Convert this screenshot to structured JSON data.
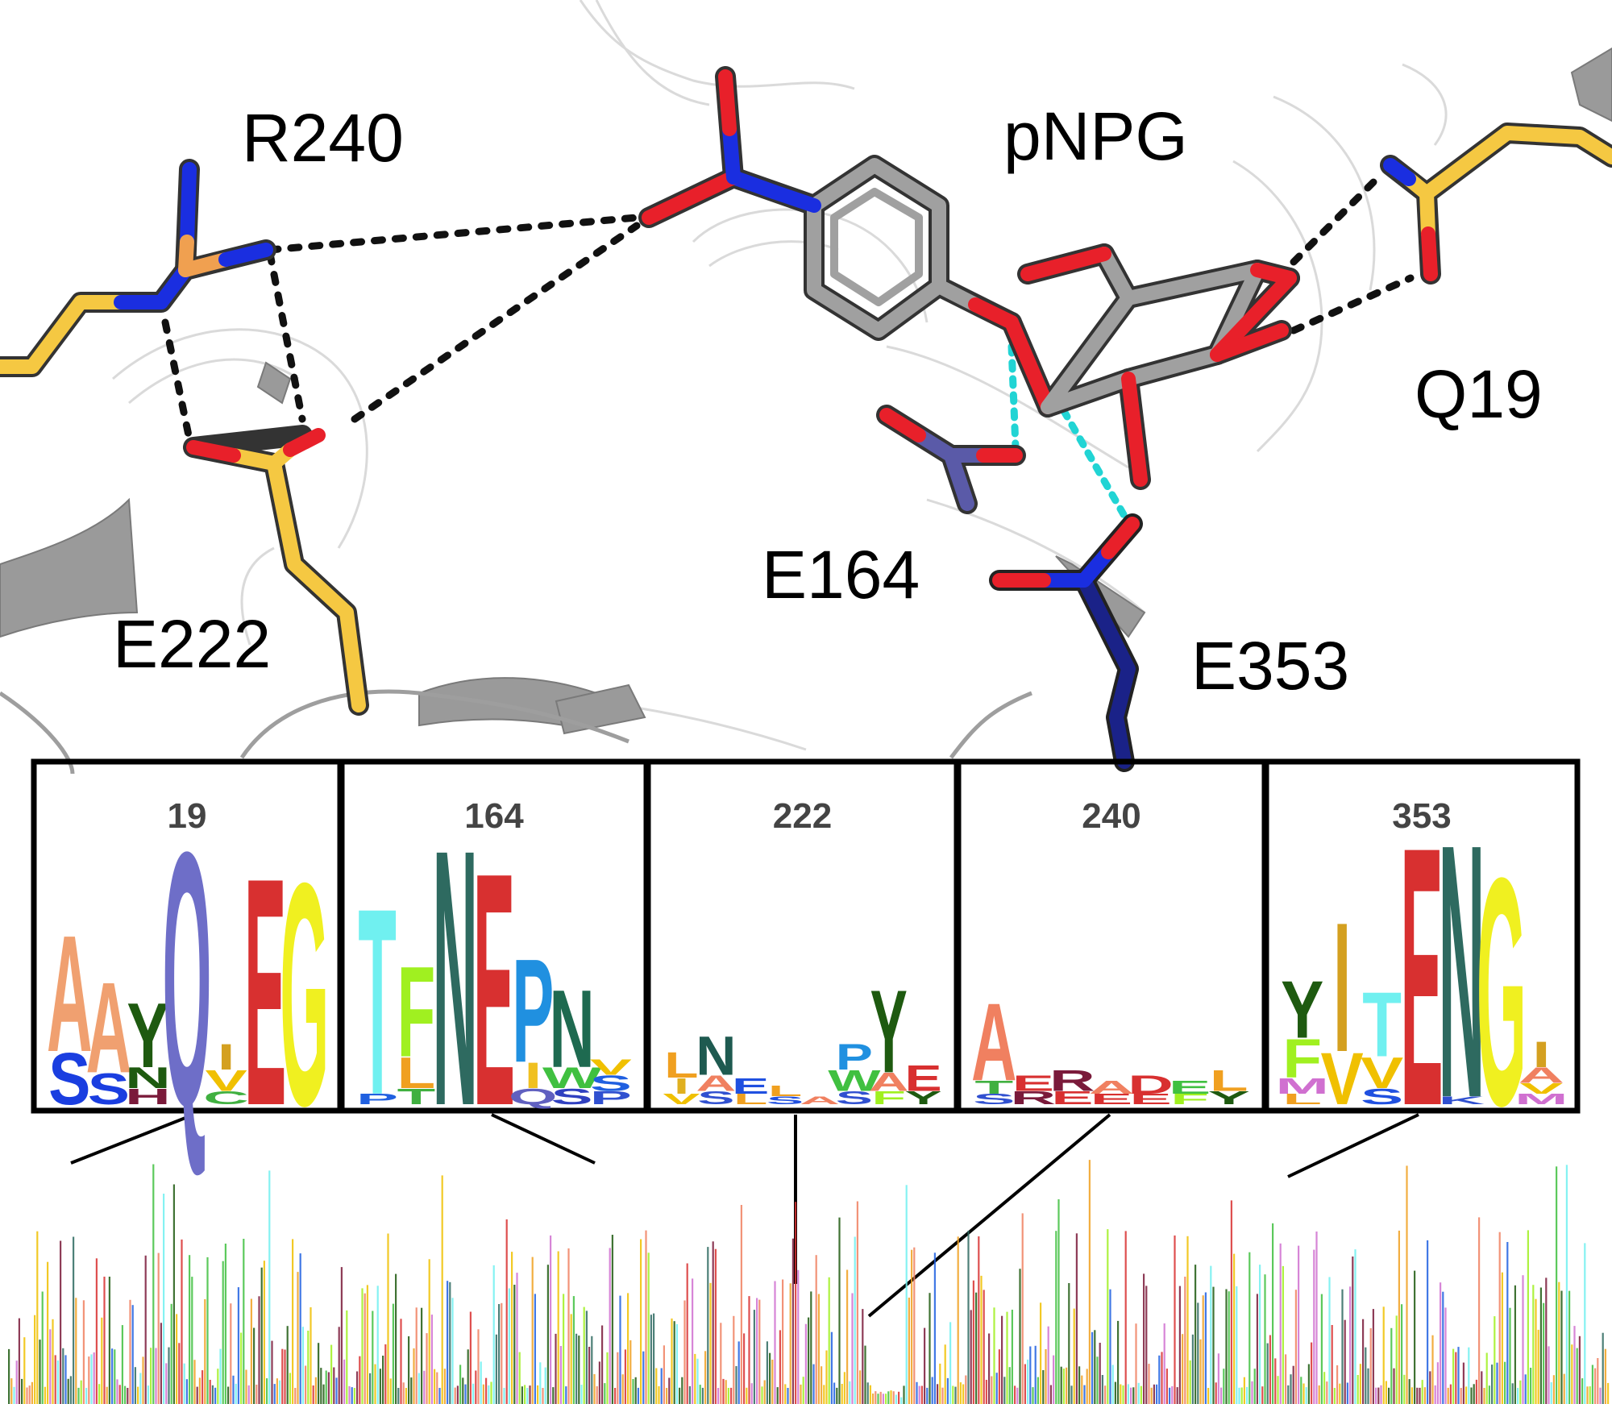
{
  "residue_labels": {
    "r240": "R240",
    "pnpg": "pNPG",
    "q19": "Q19",
    "e164": "E164",
    "e222": "E222",
    "e353": "E353"
  },
  "colors": {
    "carbon_yellow": "#f5c842",
    "carbon_orange": "#f0a050",
    "carbon_grey": "#a0a0a0",
    "carbon_navy": "#1a2288",
    "carbon_slate": "#5a5aa8",
    "oxygen": "#e8202a",
    "nitrogen": "#1a2ee0",
    "hbond_black": "#111111",
    "hbond_cyan": "#21d4d4",
    "ribbon": "#d8d8d8"
  },
  "logo_panels": [
    {
      "position": "19",
      "columns": [
        {
          "letters": [
            {
              "aa": "A",
              "color": "#f0a070",
              "h": 0.45
            },
            {
              "aa": "S",
              "color": "#1a3ee0",
              "h": 0.2
            }
          ]
        },
        {
          "letters": [
            {
              "aa": "A",
              "color": "#f0a070",
              "h": 0.35
            },
            {
              "aa": "S",
              "color": "#1a3ee0",
              "h": 0.12
            }
          ]
        },
        {
          "letters": [
            {
              "aa": "Y",
              "color": "#1e5a10",
              "h": 0.25
            },
            {
              "aa": "N",
              "color": "#1e5a10",
              "h": 0.08
            },
            {
              "aa": "H",
              "color": "#7a1a3a",
              "h": 0.06
            }
          ]
        },
        {
          "letters": [
            {
              "aa": "Q",
              "color": "#6e6ec8",
              "h": 0.98
            }
          ]
        },
        {
          "letters": [
            {
              "aa": "I",
              "color": "#d4a020",
              "h": 0.1
            },
            {
              "aa": "V",
              "color": "#f0c000",
              "h": 0.08
            },
            {
              "aa": "C",
              "color": "#40b040",
              "h": 0.05
            }
          ]
        },
        {
          "letters": [
            {
              "aa": "E",
              "color": "#d83030",
              "h": 0.88
            }
          ]
        },
        {
          "letters": [
            {
              "aa": "G",
              "color": "#f0f020",
              "h": 0.86
            }
          ]
        }
      ]
    },
    {
      "position": "164",
      "columns": [
        {
          "letters": [
            {
              "aa": "T",
              "color": "#70f0f0",
              "h": 0.72
            },
            {
              "aa": "P",
              "color": "#2060e0",
              "h": 0.04
            }
          ]
        },
        {
          "letters": [
            {
              "aa": "F",
              "color": "#a0f020",
              "h": 0.35
            },
            {
              "aa": "L",
              "color": "#f0a020",
              "h": 0.12
            },
            {
              "aa": "T",
              "color": "#40b040",
              "h": 0.06
            }
          ]
        },
        {
          "letters": [
            {
              "aa": "N",
              "color": "#2e6a60",
              "h": 0.99
            }
          ]
        },
        {
          "letters": [
            {
              "aa": "E",
              "color": "#d83030",
              "h": 0.9
            }
          ]
        },
        {
          "letters": [
            {
              "aa": "P",
              "color": "#2090e0",
              "h": 0.4
            },
            {
              "aa": "I",
              "color": "#f0c020",
              "h": 0.1
            },
            {
              "aa": "Q",
              "color": "#6060c0",
              "h": 0.06
            }
          ]
        },
        {
          "letters": [
            {
              "aa": "N",
              "color": "#1e6a50",
              "h": 0.3
            },
            {
              "aa": "W",
              "color": "#40c040",
              "h": 0.08
            },
            {
              "aa": "S",
              "color": "#3040c0",
              "h": 0.06
            }
          ]
        },
        {
          "letters": [
            {
              "aa": "V",
              "color": "#f0c000",
              "h": 0.06
            },
            {
              "aa": "S",
              "color": "#2060e0",
              "h": 0.06
            },
            {
              "aa": "P",
              "color": "#3050d0",
              "h": 0.05
            }
          ]
        }
      ]
    },
    {
      "position": "222",
      "columns": [
        {
          "letters": [
            {
              "aa": "L",
              "color": "#f0a020",
              "h": 0.1
            },
            {
              "aa": "I",
              "color": "#e0b020",
              "h": 0.06
            },
            {
              "aa": "V",
              "color": "#f0c000",
              "h": 0.04
            }
          ]
        },
        {
          "letters": [
            {
              "aa": "N",
              "color": "#1e5a50",
              "h": 0.15
            },
            {
              "aa": "A",
              "color": "#f08060",
              "h": 0.06
            },
            {
              "aa": "S",
              "color": "#3050d0",
              "h": 0.05
            }
          ]
        },
        {
          "letters": [
            {
              "aa": "E",
              "color": "#2050e0",
              "h": 0.06
            },
            {
              "aa": "L",
              "color": "#f0a020",
              "h": 0.04
            }
          ]
        },
        {
          "letters": [
            {
              "aa": "L",
              "color": "#f0a020",
              "h": 0.04
            },
            {
              "aa": "S",
              "color": "#2050e0",
              "h": 0.03
            }
          ]
        },
        {
          "letters": [
            {
              "aa": "A",
              "color": "#f08060",
              "h": 0.03
            }
          ]
        },
        {
          "letters": [
            {
              "aa": "P",
              "color": "#2090e0",
              "h": 0.1
            },
            {
              "aa": "W",
              "color": "#40c040",
              "h": 0.08
            },
            {
              "aa": "S",
              "color": "#3050d0",
              "h": 0.05
            }
          ]
        },
        {
          "letters": [
            {
              "aa": "Y",
              "color": "#1e5a10",
              "h": 0.32
            },
            {
              "aa": "A",
              "color": "#f08060",
              "h": 0.07
            },
            {
              "aa": "F",
              "color": "#a0f020",
              "h": 0.05
            }
          ]
        },
        {
          "letters": [
            {
              "aa": "E",
              "color": "#d83030",
              "h": 0.1
            },
            {
              "aa": "Y",
              "color": "#1e5a10",
              "h": 0.05
            }
          ]
        }
      ]
    },
    {
      "position": "240",
      "columns": [
        {
          "letters": [
            {
              "aa": "A",
              "color": "#f08060",
              "h": 0.3
            },
            {
              "aa": "T",
              "color": "#40b040",
              "h": 0.05
            },
            {
              "aa": "S",
              "color": "#3050d0",
              "h": 0.04
            }
          ]
        },
        {
          "letters": [
            {
              "aa": "E",
              "color": "#d83030",
              "h": 0.06
            },
            {
              "aa": "R",
              "color": "#7a1a3a",
              "h": 0.05
            }
          ]
        },
        {
          "letters": [
            {
              "aa": "R",
              "color": "#7a1a3a",
              "h": 0.08
            },
            {
              "aa": "E",
              "color": "#d83030",
              "h": 0.05
            }
          ]
        },
        {
          "letters": [
            {
              "aa": "A",
              "color": "#f08060",
              "h": 0.05
            },
            {
              "aa": "E",
              "color": "#d83030",
              "h": 0.04
            }
          ]
        },
        {
          "letters": [
            {
              "aa": "D",
              "color": "#d83030",
              "h": 0.07
            },
            {
              "aa": "E",
              "color": "#d83030",
              "h": 0.04
            }
          ]
        },
        {
          "letters": [
            {
              "aa": "E",
              "color": "#40c040",
              "h": 0.05
            },
            {
              "aa": "F",
              "color": "#a0f020",
              "h": 0.04
            }
          ]
        },
        {
          "letters": [
            {
              "aa": "L",
              "color": "#f0a020",
              "h": 0.08
            },
            {
              "aa": "Y",
              "color": "#1e5a10",
              "h": 0.05
            }
          ]
        }
      ]
    },
    {
      "position": "353",
      "columns": [
        {
          "letters": [
            {
              "aa": "Y",
              "color": "#1e5a10",
              "h": 0.22
            },
            {
              "aa": "F",
              "color": "#a0f020",
              "h": 0.15
            },
            {
              "aa": "M",
              "color": "#d070d0",
              "h": 0.06
            },
            {
              "aa": "L",
              "color": "#f0a020",
              "h": 0.04
            }
          ]
        },
        {
          "letters": [
            {
              "aa": "I",
              "color": "#d4a020",
              "h": 0.5
            },
            {
              "aa": "V",
              "color": "#f0c000",
              "h": 0.2
            }
          ]
        },
        {
          "letters": [
            {
              "aa": "T",
              "color": "#70f0f0",
              "h": 0.25
            },
            {
              "aa": "V",
              "color": "#f0c000",
              "h": 0.12
            },
            {
              "aa": "S",
              "color": "#2050e0",
              "h": 0.06
            }
          ]
        },
        {
          "letters": [
            {
              "aa": "E",
              "color": "#d83030",
              "h": 1.0
            }
          ]
        },
        {
          "letters": [
            {
              "aa": "N",
              "color": "#2e6a60",
              "h": 0.98
            },
            {
              "aa": "K",
              "color": "#3050d0",
              "h": 0.03
            }
          ]
        },
        {
          "letters": [
            {
              "aa": "G",
              "color": "#f0f020",
              "h": 0.88
            }
          ]
        },
        {
          "letters": [
            {
              "aa": "I",
              "color": "#d4a020",
              "h": 0.1
            },
            {
              "aa": "A",
              "color": "#f08060",
              "h": 0.06
            },
            {
              "aa": "V",
              "color": "#f0c000",
              "h": 0.04
            },
            {
              "aa": "M",
              "color": "#d070d0",
              "h": 0.04
            }
          ]
        }
      ]
    }
  ]
}
